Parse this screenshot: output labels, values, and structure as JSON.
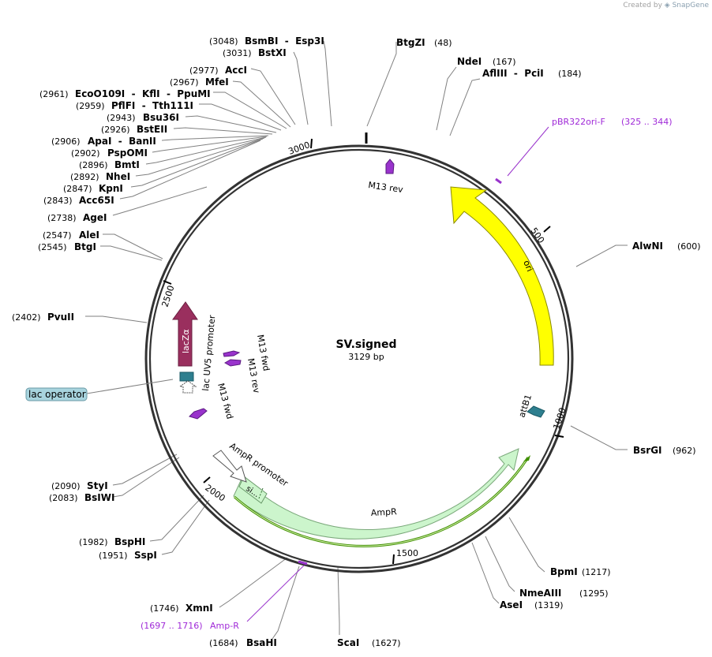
{
  "credit": {
    "created_by": "Created by",
    "brand": "SnapGene"
  },
  "plasmid": {
    "name": "SV.signed",
    "length_label": "3129 bp",
    "length": 3129
  },
  "colors": {
    "ori": "#ffff00",
    "AmpR": "#ccf5cc",
    "lacZa": "#9a2f5e",
    "primer": "#9933cc",
    "attB1": "#2e7f8f",
    "lac_operator": "#a8d4de",
    "promoter": "#ffffff",
    "orf": "#3f8f00"
  },
  "ticks": [
    "500",
    "1000",
    "1500",
    "2000",
    "2500",
    "3000"
  ],
  "enzymes": [
    {
      "name": "BtgZI",
      "pos": "(48)"
    },
    {
      "name": "NdeI",
      "pos": "(167)"
    },
    {
      "name": "AflIII  -  PciI",
      "pos": "(184)"
    },
    {
      "name": "AlwNI",
      "pos": "(600)"
    },
    {
      "name": "BsrGI",
      "pos": "(962)"
    },
    {
      "name": "BpmI",
      "pos": "(1217)"
    },
    {
      "name": "NmeAIII",
      "pos": "(1295)"
    },
    {
      "name": "AseI",
      "pos": "(1319)"
    },
    {
      "name": "ScaI",
      "pos": "(1627)"
    },
    {
      "name": "BsaHI",
      "pos": "(1684)"
    },
    {
      "name": "XmnI",
      "pos": "(1746)"
    },
    {
      "name": "SspI",
      "pos": "(1951)"
    },
    {
      "name": "BspHI",
      "pos": "(1982)"
    },
    {
      "name": "BsIWI",
      "pos": "(2083)"
    },
    {
      "name": "StyI",
      "pos": "(2090)"
    },
    {
      "name": "PvuII",
      "pos": "(2402)"
    },
    {
      "name": "BtgI",
      "pos": "(2545)"
    },
    {
      "name": "AleI",
      "pos": "(2547)"
    },
    {
      "name": "AgeI",
      "pos": "(2738)"
    },
    {
      "name": "Acc65I",
      "pos": "(2843)"
    },
    {
      "name": "KpnI",
      "pos": "(2847)"
    },
    {
      "name": "NheI",
      "pos": "(2892)"
    },
    {
      "name": "BmtI",
      "pos": "(2896)"
    },
    {
      "name": "PspOMI",
      "pos": "(2902)"
    },
    {
      "name": "ApaI  -  BanII",
      "pos": "(2906)"
    },
    {
      "name": "BstEII",
      "pos": "(2926)"
    },
    {
      "name": "Bsu36I",
      "pos": "(2943)"
    },
    {
      "name": "PflFI  -  Tth111I",
      "pos": "(2959)"
    },
    {
      "name": "EcoO109I  -  KflI  -  PpuMI",
      "pos": "(2961)"
    },
    {
      "name": "MfeI",
      "pos": "(2967)"
    },
    {
      "name": "AccI",
      "pos": "(2977)"
    },
    {
      "name": "BstXI",
      "pos": "(3031)"
    },
    {
      "name": "BsmBI  -  Esp3I",
      "pos": "(3048)"
    }
  ],
  "primers": [
    {
      "name": "pBR322ori-F",
      "range": "(325 .. 344)"
    },
    {
      "name": "Amp-R",
      "range": "(1697 .. 1716)"
    }
  ],
  "features": {
    "ori": "ori",
    "AmpR": "AmpR",
    "AmpR_promoter": "AmpR promoter",
    "signal": "si...",
    "lacZa": "lacZα",
    "lacUV5": "lac UV5 promoter",
    "lac_operator": "lac operator",
    "attB1": "attB1",
    "m13_rev_top": "M13 rev",
    "m13_fwd_a": "M13 fwd",
    "m13_rev_b": "M13 rev",
    "m13_fwd_c": "M13 fwd"
  }
}
